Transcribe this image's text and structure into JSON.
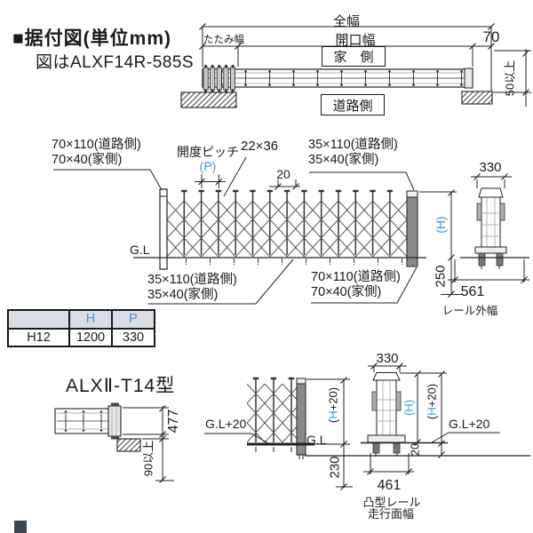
{
  "colors": {
    "accent_blue": "#2f9fd6",
    "line": "#1a1a1a",
    "table_header_bg": "#d7dde2"
  },
  "header": {
    "title": "■据付図(単位mm)",
    "subtitle": "図はALXF14R-585S"
  },
  "top_view": {
    "dim_total_width": "全幅",
    "dim_fold_width": "たたみ幅",
    "dim_opening_width": "開口幅",
    "dim_70": "70",
    "house_side": "家　側",
    "road_side": "道路側",
    "clearance": "50以上"
  },
  "elevation": {
    "post_top_left_line1": "70×110(道路側)",
    "post_top_left_line2": "70×40(家側)",
    "pitch_label": "開度ピッチ",
    "pitch_symbol": "(P)",
    "lattice_size": "22×36",
    "dim_20": "20",
    "post_top_right_line1": "35×110(道路側)",
    "post_top_right_line2": "35×40(家側)",
    "ground_label": "G.L",
    "post_bottom_left_line1": "35×110(道路側)",
    "post_bottom_left_line2": "35×40(家側)",
    "post_bottom_right_line1": "70×110(道路側)",
    "post_bottom_right_line2": "70×40(家側)",
    "height_symbol": "(H)",
    "dim_250": "250",
    "dim_330": "330",
    "dim_561": "561",
    "rail_outer_label": "レール外幅"
  },
  "spec_table": {
    "headers": [
      "",
      "H",
      "P"
    ],
    "rows": [
      [
        "H12",
        "1200",
        "330"
      ]
    ]
  },
  "model_label": "ALXⅡ-T14型",
  "fold_view": {
    "dim_477": "477",
    "clearance_90": "90以上"
  },
  "curb_elevation": {
    "gl_plus_label": "G.L+20",
    "ground_label": "G.L",
    "height_plus": {
      "pre": "(",
      "h": "H",
      "post": "+20)"
    },
    "dim_230": "230"
  },
  "post_section": {
    "dim_330": "330",
    "height_symbol": "(H)",
    "height_plus": {
      "pre": "(",
      "h": "H",
      "post": "+20)"
    },
    "gl_plus_label": "G.L+20",
    "dim_20": "20",
    "dim_461": "461",
    "rail_label_line1": "凸型レール",
    "rail_label_line2": "走行面幅"
  }
}
